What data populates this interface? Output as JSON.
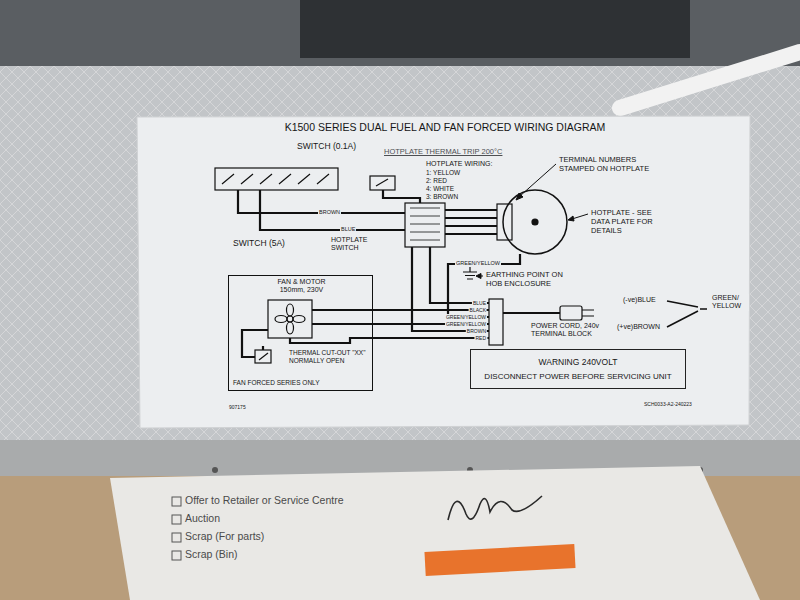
{
  "diagram": {
    "title": "K1500 SERIES DUAL FUEL AND FAN FORCED WIRING DIAGRAM",
    "nodes": [
      {
        "text": [
          "FAN & MOTOR 150mm, 230V",
          "THERMAL CUT-OUT \"XX\" NORMALLY OPEN",
          "FAN FORCED SERIES ONLY"
        ]
      },
      {
        "text": [
          "WARNING 240VOLT",
          "DISCONNECT POWER BEFORE SERVICING UNIT"
        ]
      },
      {
        "text": [
          "Offer to Retailer or Service Centre",
          "Auction",
          "Scrap (For parts)",
          "Scrap (Bin)"
        ]
      }
    ],
    "labels": [
      "SWITCH (0.1A)",
      "HOTPLATE THERMAL TRIP 200°C",
      "HOTPLATE WIRING:",
      "1: YELLOW",
      "2: RED",
      "4: WHITE",
      "3: BROWN",
      "TERMINAL NUMBERS STAMPED ON HOTPLATE",
      "HOTPLATE - SEE DATA PLATE FOR DETAILS",
      "BROWN",
      "BLUE",
      "SWITCH (5A)",
      "HOTPLATE SWITCH",
      "GREEN/YELLOW",
      "EARTHING POINT ON HOB ENCLOSURE",
      "BLUE",
      "BLACK",
      "GREEN/YELLOW",
      "GREEN/YELLOW",
      "BROWN",
      "RED",
      "POWER CORD, 240v TERMINAL BLOCK",
      "(-ve)BLUE",
      "GREEN/ YELLOW",
      "(+ve)BROWN",
      "907175",
      "SCH0033-A2-240223"
    ]
  }
}
